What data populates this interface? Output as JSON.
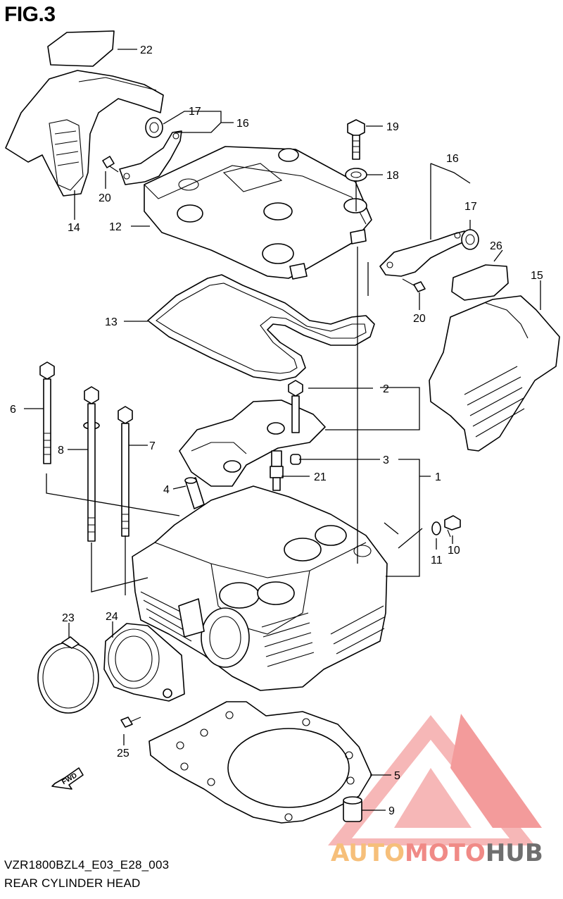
{
  "figure": {
    "title": "FIG.3",
    "model_code": "VZR1800BZL4_E03_E28_003",
    "section_name": "REAR CYLINDER HEAD"
  },
  "callouts": [
    "1",
    "2",
    "3",
    "4",
    "5",
    "6",
    "7",
    "8",
    "9",
    "10",
    "11",
    "12",
    "13",
    "14",
    "15",
    "16",
    "16",
    "17",
    "17",
    "18",
    "19",
    "20",
    "20",
    "21",
    "22",
    "23",
    "24",
    "25",
    "26"
  ],
  "fwd_arrow": {
    "label": "FWD",
    "icon": "fwd-arrow-icon"
  },
  "watermark": {
    "part1": "AUTO",
    "part2": "MOTO",
    "part3": "HUB",
    "colors": {
      "auto": "#f6bf7a",
      "moto": "#f08a86",
      "hub": "#6f6f6f",
      "triangle": "#f26a6a"
    }
  }
}
